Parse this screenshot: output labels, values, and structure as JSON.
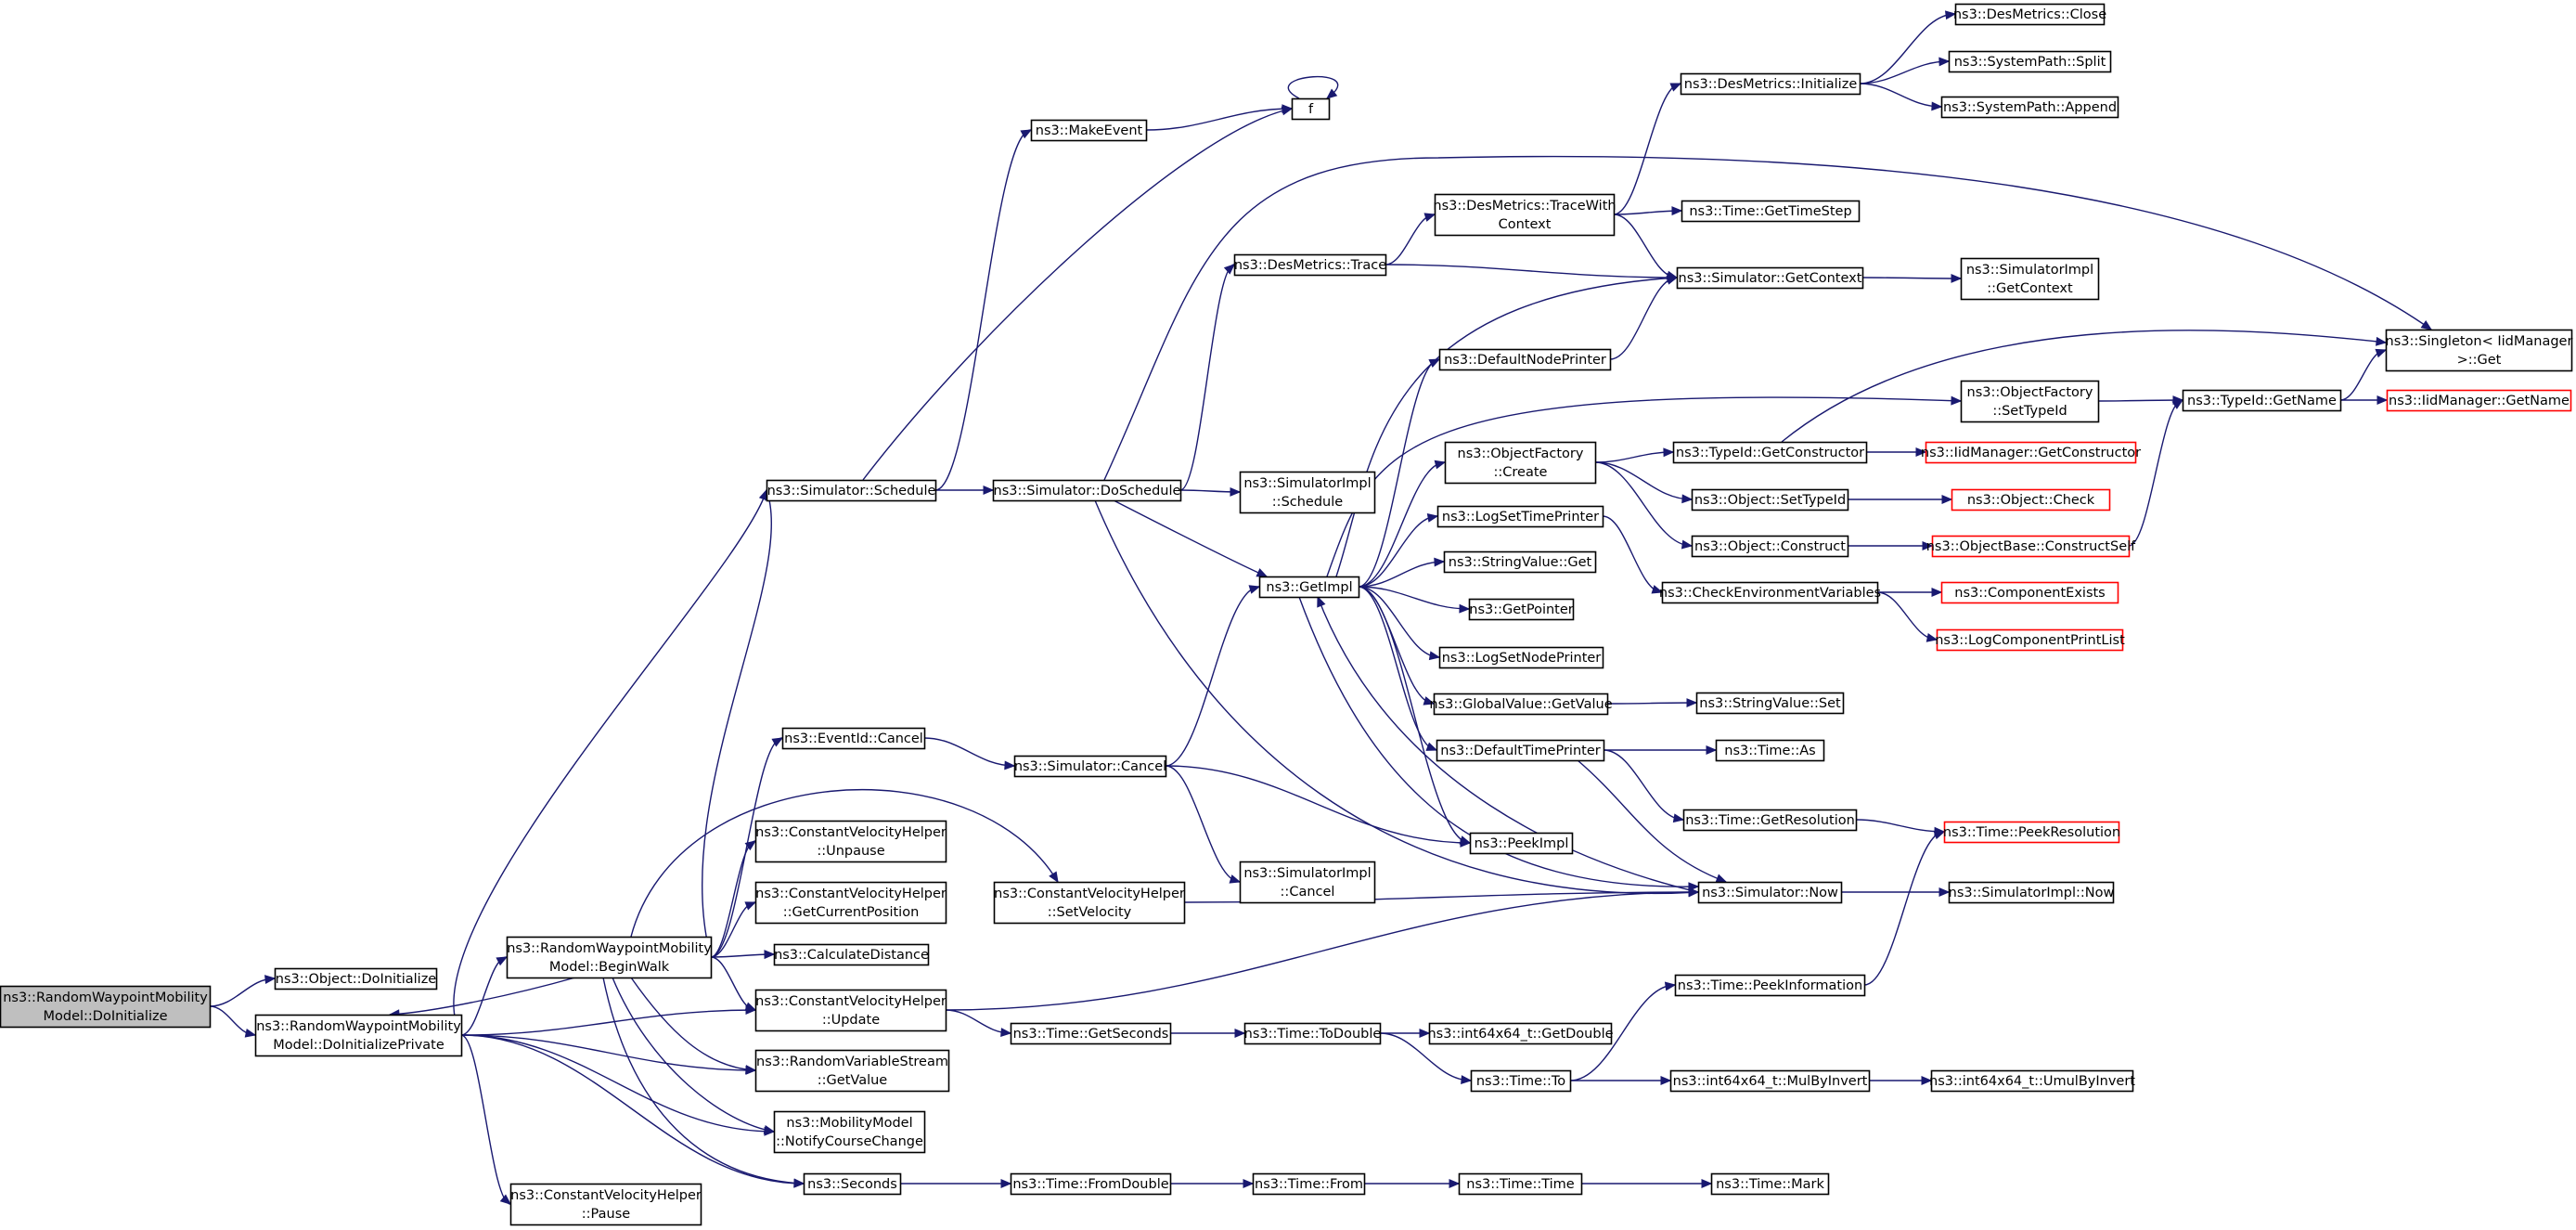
{
  "colors": {
    "edge": "#191970",
    "node_border": "#000000",
    "node_border_truncated": "#ff0000",
    "root_fill": "#bfbfbf",
    "node_fill": "#ffffff"
  },
  "nodes": [
    {
      "id": "root",
      "lines": [
        "ns3::RandomWaypointMobility",
        "Model::DoInitialize"
      ],
      "style": "root"
    },
    {
      "id": "doinit",
      "lines": [
        "ns3::Object::DoInitialize"
      ]
    },
    {
      "id": "doinitpriv",
      "lines": [
        "ns3::RandomWaypointMobility",
        "Model::DoInitializePrivate"
      ]
    },
    {
      "id": "beginwalk",
      "lines": [
        "ns3::RandomWaypointMobility",
        "Model::BeginWalk"
      ]
    },
    {
      "id": "cvhpause",
      "lines": [
        "ns3::ConstantVelocityHelper",
        "::Pause"
      ]
    },
    {
      "id": "schedule",
      "lines": [
        "ns3::Simulator::Schedule"
      ]
    },
    {
      "id": "makeevent",
      "lines": [
        "ns3::MakeEvent"
      ]
    },
    {
      "id": "f",
      "lines": [
        "f"
      ]
    },
    {
      "id": "doschedule",
      "lines": [
        "ns3::Simulator::DoSchedule"
      ]
    },
    {
      "id": "eventcancel",
      "lines": [
        "ns3::EventId::Cancel"
      ]
    },
    {
      "id": "cvhunpause",
      "lines": [
        "ns3::ConstantVelocityHelper",
        "::Unpause"
      ]
    },
    {
      "id": "cvhgetpos",
      "lines": [
        "ns3::ConstantVelocityHelper",
        "::GetCurrentPosition"
      ]
    },
    {
      "id": "calcdist",
      "lines": [
        "ns3::CalculateDistance"
      ]
    },
    {
      "id": "cvhupdate",
      "lines": [
        "ns3::ConstantVelocityHelper",
        "::Update"
      ]
    },
    {
      "id": "rvsgetvalue",
      "lines": [
        "ns3::RandomVariableStream",
        "::GetValue"
      ]
    },
    {
      "id": "mmnotify",
      "lines": [
        "ns3::MobilityModel",
        "::NotifyCourseChange"
      ]
    },
    {
      "id": "seconds",
      "lines": [
        "ns3::Seconds"
      ]
    },
    {
      "id": "cvhsetvel",
      "lines": [
        "ns3::ConstantVelocityHelper",
        "::SetVelocity"
      ]
    },
    {
      "id": "simcancel",
      "lines": [
        "ns3::Simulator::Cancel"
      ]
    },
    {
      "id": "implcancel",
      "lines": [
        "ns3::SimulatorImpl",
        "::Cancel"
      ]
    },
    {
      "id": "getseconds",
      "lines": [
        "ns3::Time::GetSeconds"
      ]
    },
    {
      "id": "fromdouble",
      "lines": [
        "ns3::Time::FromDouble"
      ]
    },
    {
      "id": "implschedule",
      "lines": [
        "ns3::SimulatorImpl",
        "::Schedule"
      ]
    },
    {
      "id": "dmtrace",
      "lines": [
        "ns3::DesMetrics::Trace"
      ]
    },
    {
      "id": "getimpl",
      "lines": [
        "ns3::GetImpl"
      ]
    },
    {
      "id": "todouble",
      "lines": [
        "ns3::Time::ToDouble"
      ]
    },
    {
      "id": "timefrom",
      "lines": [
        "ns3::Time::From"
      ]
    },
    {
      "id": "dmtracectx",
      "lines": [
        "ns3::DesMetrics::TraceWith",
        "Context"
      ]
    },
    {
      "id": "defnodeprinter",
      "lines": [
        "ns3::DefaultNodePrinter"
      ]
    },
    {
      "id": "ofcreate",
      "lines": [
        "ns3::ObjectFactory",
        "::Create"
      ]
    },
    {
      "id": "logsettime",
      "lines": [
        "ns3::LogSetTimePrinter"
      ]
    },
    {
      "id": "strvalget",
      "lines": [
        "ns3::StringValue::Get"
      ]
    },
    {
      "id": "getpointer",
      "lines": [
        "ns3::GetPointer"
      ]
    },
    {
      "id": "logsetnode",
      "lines": [
        "ns3::LogSetNodePrinter"
      ]
    },
    {
      "id": "gvgetvalue",
      "lines": [
        "ns3::GlobalValue::GetValue"
      ]
    },
    {
      "id": "deftimeprinter",
      "lines": [
        "ns3::DefaultTimePrinter"
      ]
    },
    {
      "id": "peekimpl",
      "lines": [
        "ns3::PeekImpl"
      ]
    },
    {
      "id": "int64getdouble",
      "lines": [
        "ns3::int64x64_t::GetDouble"
      ]
    },
    {
      "id": "timeto",
      "lines": [
        "ns3::Time::To"
      ]
    },
    {
      "id": "timetime",
      "lines": [
        "ns3::Time::Time"
      ]
    },
    {
      "id": "dminit",
      "lines": [
        "ns3::DesMetrics::Initialize"
      ]
    },
    {
      "id": "gettimestep",
      "lines": [
        "ns3::Time::GetTimeStep"
      ]
    },
    {
      "id": "simgetctx",
      "lines": [
        "ns3::Simulator::GetContext"
      ]
    },
    {
      "id": "tidgetctor",
      "lines": [
        "ns3::TypeId::GetConstructor"
      ]
    },
    {
      "id": "objsettypeid",
      "lines": [
        "ns3::Object::SetTypeId"
      ]
    },
    {
      "id": "objconstruct",
      "lines": [
        "ns3::Object::Construct"
      ]
    },
    {
      "id": "checkenv",
      "lines": [
        "ns3::CheckEnvironmentVariables"
      ]
    },
    {
      "id": "strvalset",
      "lines": [
        "ns3::StringValue::Set"
      ]
    },
    {
      "id": "timeas",
      "lines": [
        "ns3::Time::As"
      ]
    },
    {
      "id": "getresolution",
      "lines": [
        "ns3::Time::GetResolution"
      ]
    },
    {
      "id": "simnow",
      "lines": [
        "ns3::Simulator::Now"
      ]
    },
    {
      "id": "peekinfo",
      "lines": [
        "ns3::Time::PeekInformation"
      ]
    },
    {
      "id": "mulbyinvert",
      "lines": [
        "ns3::int64x64_t::MulByInvert"
      ]
    },
    {
      "id": "timemark",
      "lines": [
        "ns3::Time::Mark"
      ]
    },
    {
      "id": "dmclose",
      "lines": [
        "ns3::DesMetrics::Close"
      ]
    },
    {
      "id": "spsplit",
      "lines": [
        "ns3::SystemPath::Split"
      ]
    },
    {
      "id": "spappend",
      "lines": [
        "ns3::SystemPath::Append"
      ]
    },
    {
      "id": "implgetctx",
      "lines": [
        "ns3::SimulatorImpl",
        "::GetContext"
      ]
    },
    {
      "id": "ofsettypeid",
      "lines": [
        "ns3::ObjectFactory",
        "::SetTypeId"
      ]
    },
    {
      "id": "iidgetctor",
      "lines": [
        "ns3::IidManager::GetConstructor"
      ],
      "style": "truncated"
    },
    {
      "id": "objcheck",
      "lines": [
        "ns3::Object::Check"
      ],
      "style": "truncated"
    },
    {
      "id": "obconstructself",
      "lines": [
        "ns3::ObjectBase::ConstructSelf"
      ],
      "style": "truncated"
    },
    {
      "id": "compexists",
      "lines": [
        "ns3::ComponentExists"
      ],
      "style": "truncated"
    },
    {
      "id": "logcompprint",
      "lines": [
        "ns3::LogComponentPrintList"
      ],
      "style": "truncated"
    },
    {
      "id": "peekres",
      "lines": [
        "ns3::Time::PeekResolution"
      ],
      "style": "truncated"
    },
    {
      "id": "implnow",
      "lines": [
        "ns3::SimulatorImpl::Now"
      ]
    },
    {
      "id": "umulbyinvert",
      "lines": [
        "ns3::int64x64_t::UmulByInvert"
      ]
    },
    {
      "id": "tidgetname",
      "lines": [
        "ns3::TypeId::GetName"
      ]
    },
    {
      "id": "singletonget",
      "lines": [
        "ns3::Singleton< IidManager",
        " >::Get"
      ]
    },
    {
      "id": "iidgetname",
      "lines": [
        "ns3::IidManager::GetName"
      ],
      "style": "truncated"
    }
  ],
  "edges": [
    [
      "root",
      "doinit"
    ],
    [
      "root",
      "doinitpriv"
    ],
    [
      "doinitpriv",
      "schedule"
    ],
    [
      "doinitpriv",
      "beginwalk"
    ],
    [
      "doinitpriv",
      "cvhupdate"
    ],
    [
      "doinitpriv",
      "rvsgetvalue"
    ],
    [
      "doinitpriv",
      "mmnotify"
    ],
    [
      "doinitpriv",
      "seconds"
    ],
    [
      "doinitpriv",
      "cvhpause"
    ],
    [
      "beginwalk",
      "doinitpriv"
    ],
    [
      "beginwalk",
      "schedule"
    ],
    [
      "beginwalk",
      "eventcancel"
    ],
    [
      "beginwalk",
      "cvhsetvel"
    ],
    [
      "beginwalk",
      "cvhunpause"
    ],
    [
      "beginwalk",
      "cvhgetpos"
    ],
    [
      "beginwalk",
      "calcdist"
    ],
    [
      "beginwalk",
      "cvhupdate"
    ],
    [
      "beginwalk",
      "rvsgetvalue"
    ],
    [
      "beginwalk",
      "mmnotify"
    ],
    [
      "beginwalk",
      "seconds"
    ],
    [
      "schedule",
      "makeevent"
    ],
    [
      "schedule",
      "f"
    ],
    [
      "schedule",
      "doschedule"
    ],
    [
      "makeevent",
      "f"
    ],
    [
      "f",
      "f"
    ],
    [
      "doschedule",
      "dmtrace"
    ],
    [
      "doschedule",
      "implschedule"
    ],
    [
      "doschedule",
      "getimpl"
    ],
    [
      "doschedule",
      "simnow"
    ],
    [
      "doschedule",
      "singletonget"
    ],
    [
      "eventcancel",
      "simcancel"
    ],
    [
      "simcancel",
      "getimpl"
    ],
    [
      "simcancel",
      "peekimpl"
    ],
    [
      "simcancel",
      "implcancel"
    ],
    [
      "cvhupdate",
      "simnow"
    ],
    [
      "cvhupdate",
      "getseconds"
    ],
    [
      "cvhsetvel",
      "simnow"
    ],
    [
      "seconds",
      "fromdouble"
    ],
    [
      "getseconds",
      "todouble"
    ],
    [
      "todouble",
      "int64getdouble"
    ],
    [
      "todouble",
      "timeto"
    ],
    [
      "fromdouble",
      "timefrom"
    ],
    [
      "timefrom",
      "timetime"
    ],
    [
      "timetime",
      "timemark"
    ],
    [
      "timeto",
      "peekinfo"
    ],
    [
      "timeto",
      "mulbyinvert"
    ],
    [
      "mulbyinvert",
      "umulbyinvert"
    ],
    [
      "peekinfo",
      "peekres"
    ],
    [
      "dmtrace",
      "dmtracectx"
    ],
    [
      "dmtrace",
      "simgetctx"
    ],
    [
      "dmtracectx",
      "dminit"
    ],
    [
      "dmtracectx",
      "gettimestep"
    ],
    [
      "dmtracectx",
      "simgetctx"
    ],
    [
      "dminit",
      "dmclose"
    ],
    [
      "dminit",
      "spsplit"
    ],
    [
      "dminit",
      "spappend"
    ],
    [
      "simgetctx",
      "implgetctx"
    ],
    [
      "getimpl",
      "simgetctx"
    ],
    [
      "getimpl",
      "defnodeprinter"
    ],
    [
      "getimpl",
      "ofsettypeid"
    ],
    [
      "getimpl",
      "ofcreate"
    ],
    [
      "getimpl",
      "logsettime"
    ],
    [
      "getimpl",
      "strvalget"
    ],
    [
      "getimpl",
      "getpointer"
    ],
    [
      "getimpl",
      "logsetnode"
    ],
    [
      "getimpl",
      "gvgetvalue"
    ],
    [
      "getimpl",
      "deftimeprinter"
    ],
    [
      "getimpl",
      "peekimpl"
    ],
    [
      "getimpl",
      "simnow"
    ],
    [
      "defnodeprinter",
      "simgetctx"
    ],
    [
      "ofcreate",
      "tidgetctor"
    ],
    [
      "ofcreate",
      "objsettypeid"
    ],
    [
      "ofcreate",
      "objconstruct"
    ],
    [
      "tidgetctor",
      "iidgetctor"
    ],
    [
      "tidgetctor",
      "singletonget"
    ],
    [
      "objsettypeid",
      "objcheck"
    ],
    [
      "objconstruct",
      "obconstructself"
    ],
    [
      "obconstructself",
      "tidgetname"
    ],
    [
      "ofsettypeid",
      "tidgetname"
    ],
    [
      "tidgetname",
      "iidgetname"
    ],
    [
      "tidgetname",
      "singletonget"
    ],
    [
      "logsettime",
      "checkenv"
    ],
    [
      "checkenv",
      "compexists"
    ],
    [
      "checkenv",
      "logcompprint"
    ],
    [
      "gvgetvalue",
      "strvalset"
    ],
    [
      "deftimeprinter",
      "timeas"
    ],
    [
      "deftimeprinter",
      "getresolution"
    ],
    [
      "deftimeprinter",
      "simnow"
    ],
    [
      "getresolution",
      "peekres"
    ],
    [
      "simnow",
      "getimpl"
    ],
    [
      "simnow",
      "implnow"
    ]
  ]
}
